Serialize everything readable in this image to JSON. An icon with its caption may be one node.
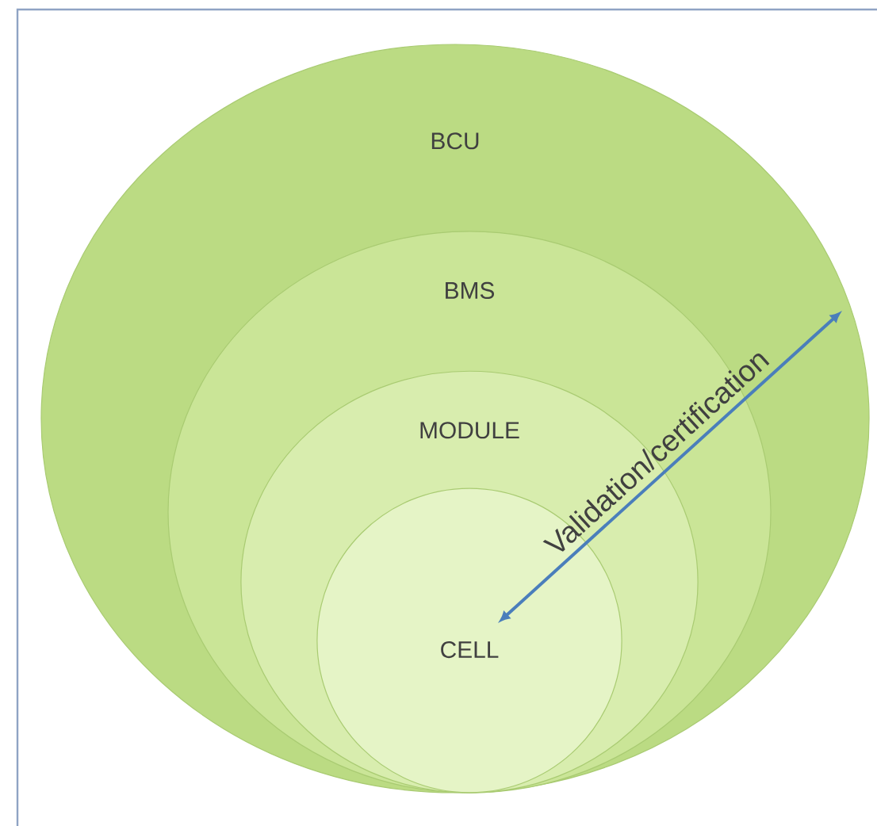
{
  "diagram": {
    "nodes": [
      {
        "text": [
          "BCU"
        ]
      },
      {
        "text": [
          "BMS"
        ],
        "in": 0
      },
      {
        "text": [
          "MODULE"
        ],
        "in": 1
      },
      {
        "text": [
          "CELL"
        ],
        "in": 2
      }
    ],
    "labels": [
      "Validation/certification"
    ]
  }
}
